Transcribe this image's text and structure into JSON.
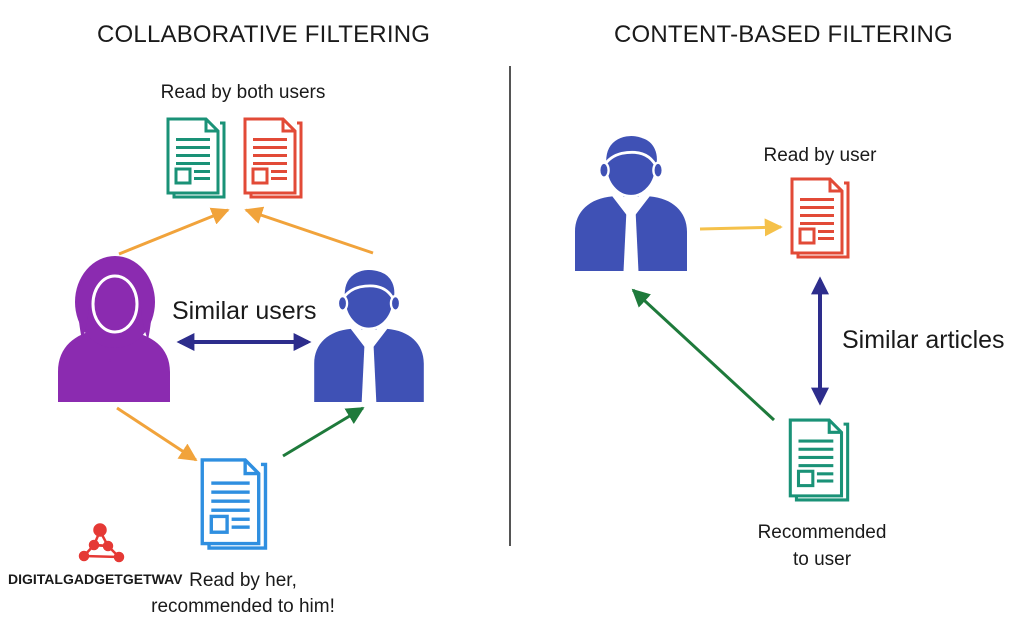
{
  "left_panel": {
    "title": "COLLABORATIVE FILTERING",
    "top_label": "Read by both users",
    "middle_label": "Similar users",
    "bottom_label_line1": "Read by her,",
    "bottom_label_line2": "recommended to him!"
  },
  "right_panel": {
    "title": "CONTENT-BASED FILTERING",
    "top_label": "Read by user",
    "middle_label": "Similar articles",
    "bottom_label_line1": "Recommended",
    "bottom_label_line2": "to user"
  },
  "watermark": {
    "text": "DIGITALGADGETGETWAV"
  },
  "colors": {
    "teal": "#1a9277",
    "red": "#e24a37",
    "blue_doc": "#2f8fe0",
    "purple": "#8b2bb0",
    "navy_user": "#3f51b5",
    "orange_arrow": "#f1a33b",
    "yellow_arrow": "#f5c14a",
    "green_arrow": "#1e7a3b",
    "indigo_arrow": "#2d2d8c",
    "divider": "#555555",
    "watermark_red": "#e53935"
  },
  "icons": [
    "document-icon",
    "female-user-icon",
    "male-user-icon",
    "network-logo-icon"
  ]
}
